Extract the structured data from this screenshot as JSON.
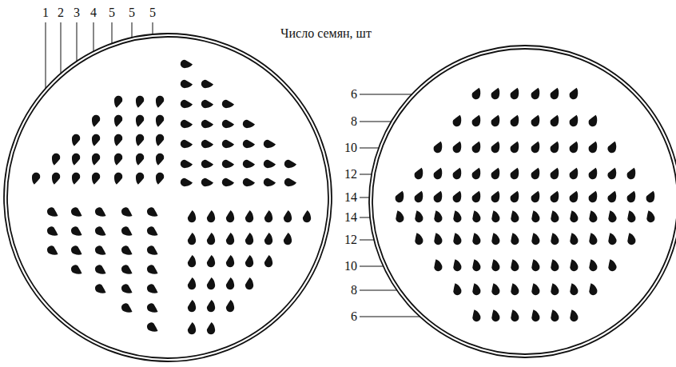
{
  "diagram": {
    "labels": [
      "1",
      "2",
      "3",
      "4",
      "5",
      "5",
      "5",
      "Число семян, шт",
      "6",
      "8",
      "10",
      "12",
      "14",
      "14",
      "12",
      "10",
      "8",
      "6"
    ]
  }
}
